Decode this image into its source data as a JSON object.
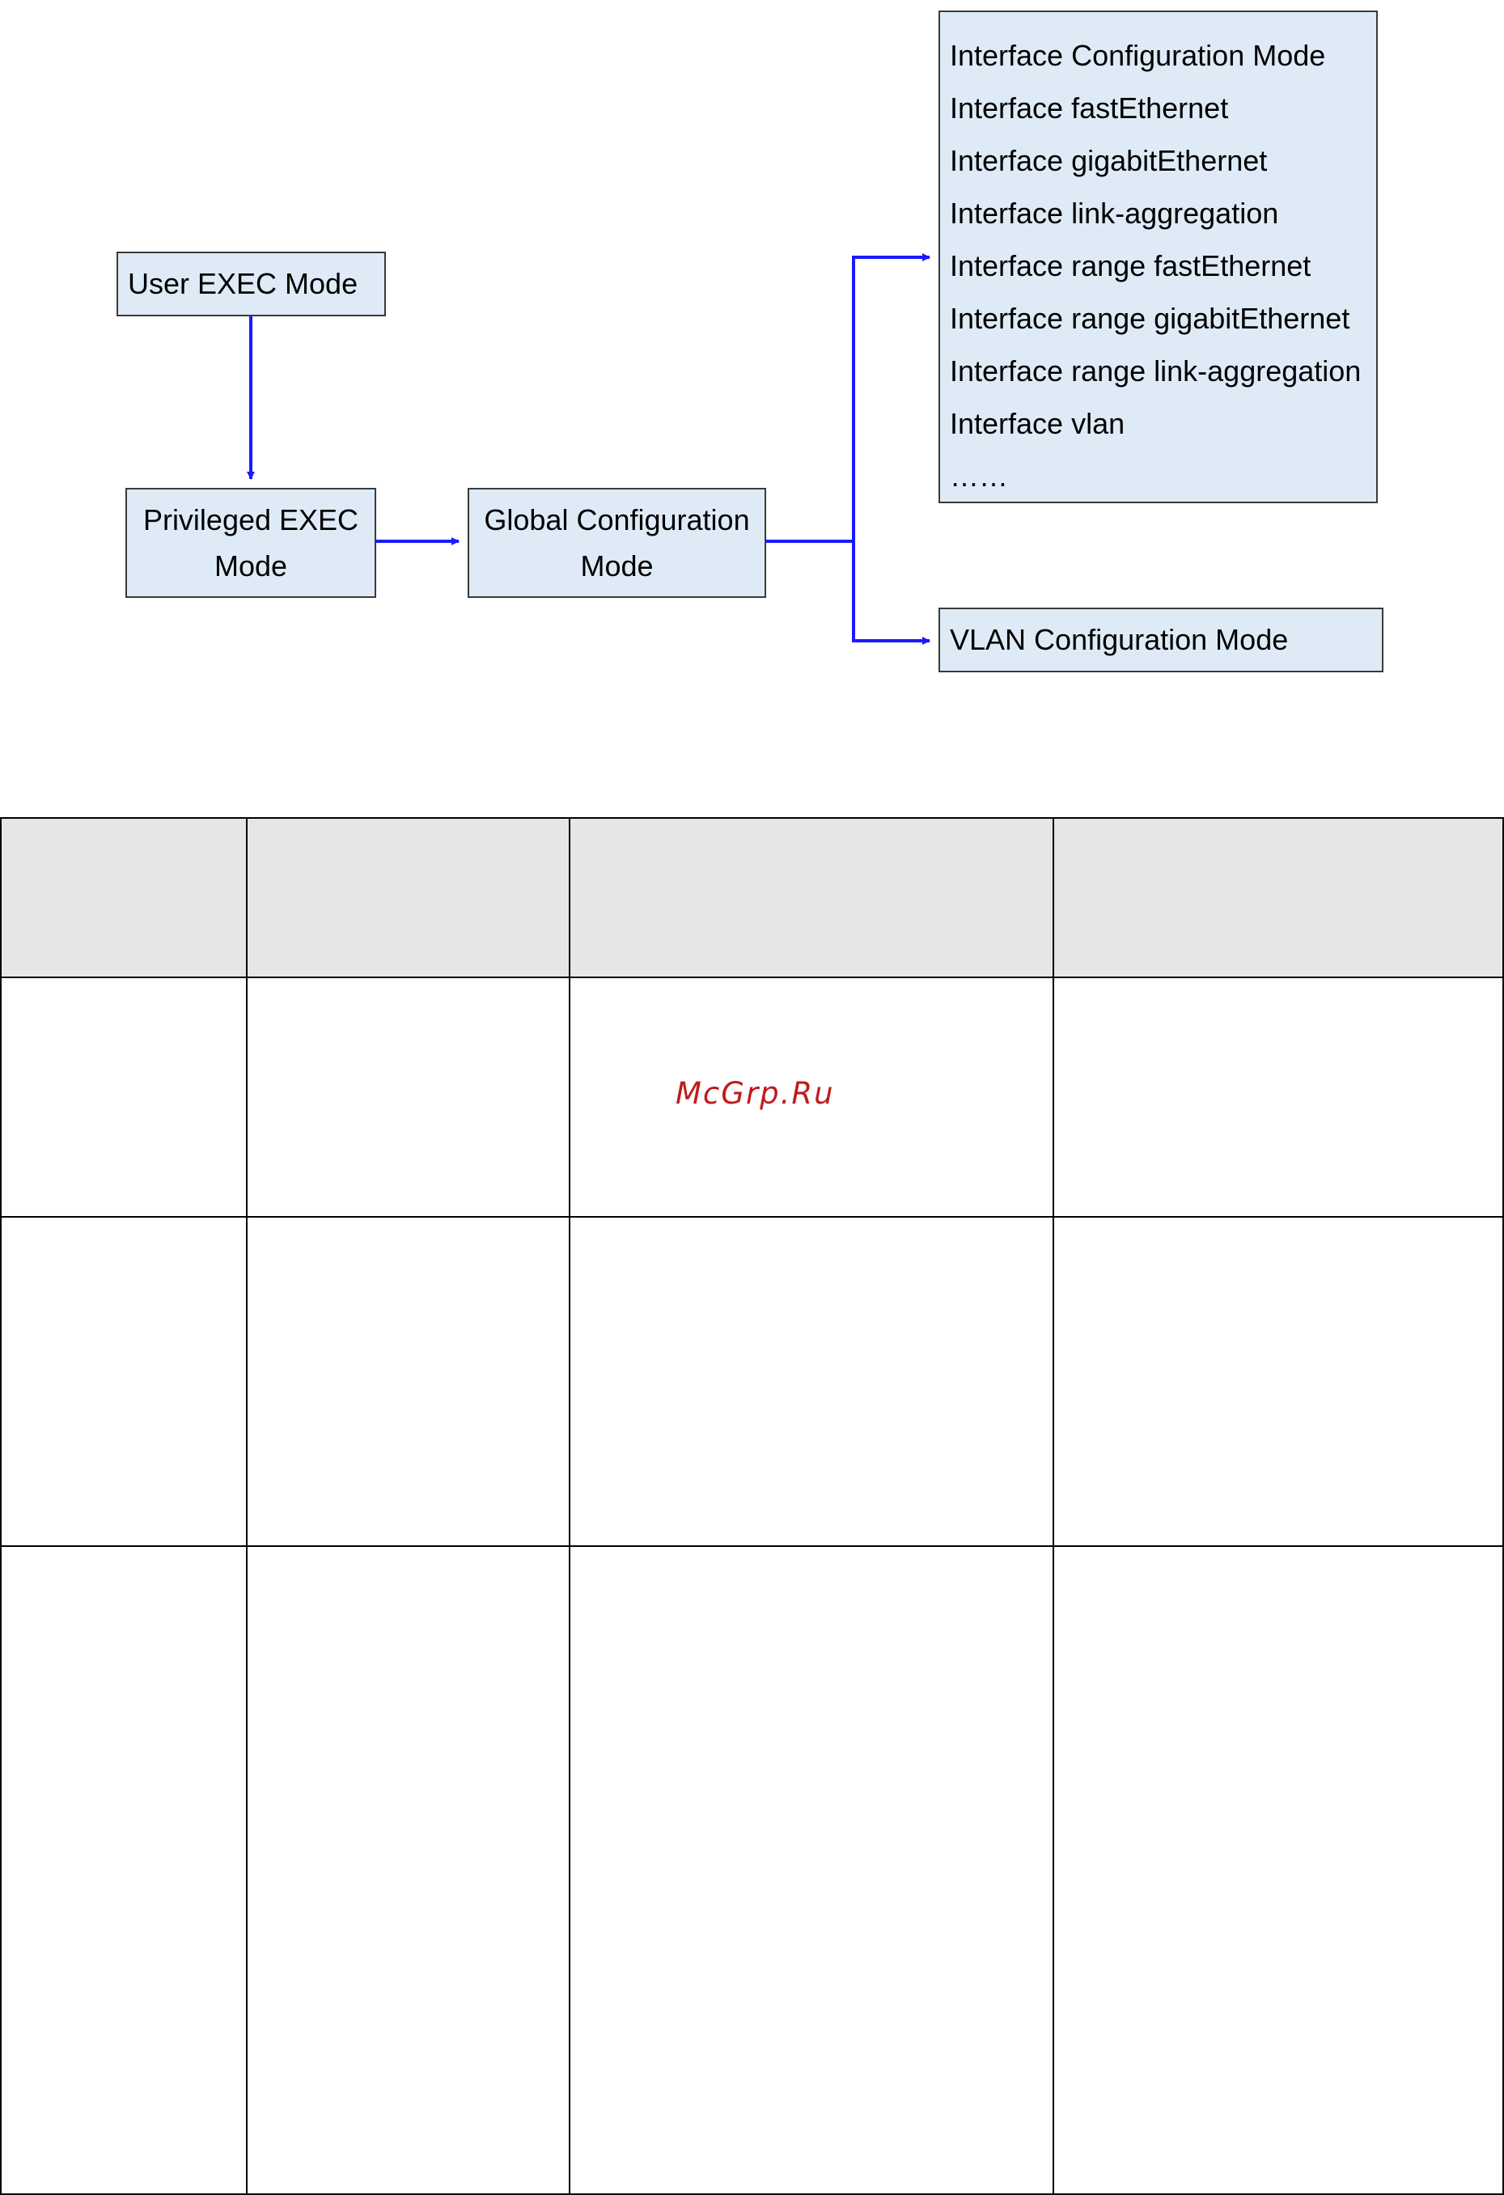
{
  "diagram": {
    "nodes": {
      "user_exec": {
        "lines": [
          "User EXEC Mode"
        ]
      },
      "privileged_exec": {
        "lines": [
          "Privileged EXEC",
          "Mode"
        ]
      },
      "global_config": {
        "lines": [
          "Global Configuration",
          "Mode"
        ]
      },
      "interface_config": {
        "items": [
          "Interface Configuration Mode",
          "Interface fastEthernet",
          "Interface gigabitEthernet",
          "Interface link-aggregation",
          "Interface range fastEthernet",
          "Interface range gigabitEthernet",
          "Interface range link-aggregation",
          "Interface vlan",
          "……"
        ]
      },
      "vlan_config": {
        "lines": [
          "VLAN Configuration Mode"
        ]
      }
    },
    "arrows": [
      {
        "from": "user_exec",
        "to": "privileged_exec"
      },
      {
        "from": "privileged_exec",
        "to": "global_config"
      },
      {
        "from": "global_config",
        "to": "interface_config"
      },
      {
        "from": "global_config",
        "to": "vlan_config"
      }
    ],
    "colors": {
      "box_fill": "#deebf7",
      "box_border": "#3a3a3a",
      "arrow": "#1a1aff"
    }
  },
  "table": {
    "columns": 4,
    "rows": 4,
    "header_fill": "#e6e6e6"
  },
  "watermark": {
    "text": "McGrp.Ru",
    "color": "#c01b1b"
  }
}
